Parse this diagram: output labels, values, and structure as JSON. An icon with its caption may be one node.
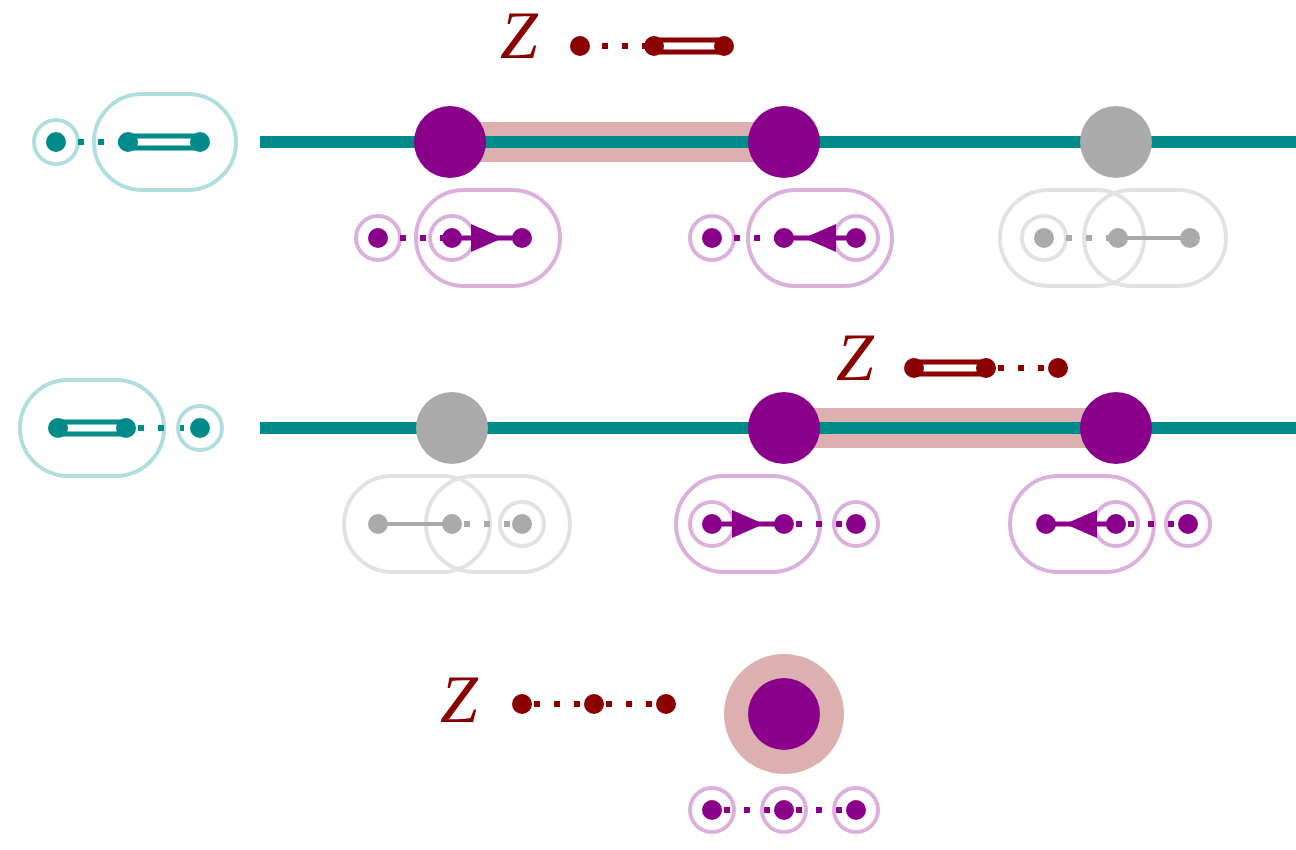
{
  "diagram": {
    "labels": [
      "Z",
      "Z",
      "Z"
    ]
  }
}
